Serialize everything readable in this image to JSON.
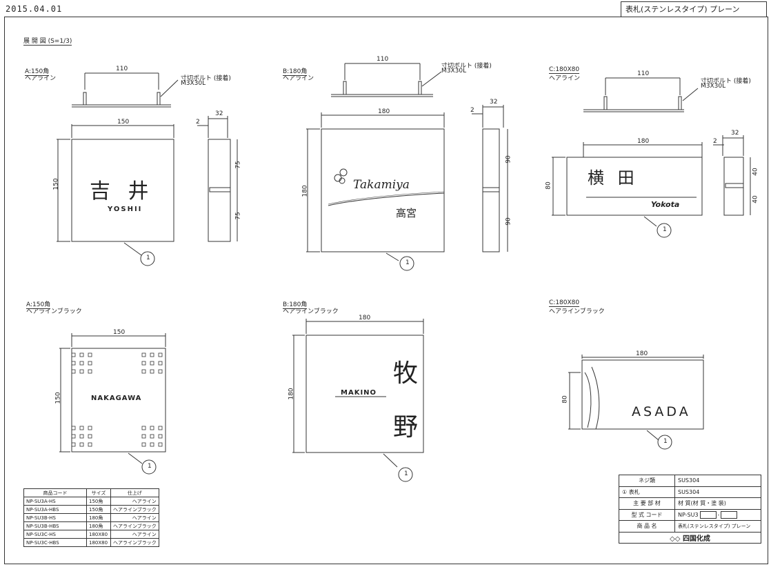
{
  "header": {
    "date": "2015.04.01",
    "title": "表札(ステンレスタイプ) プレーン"
  },
  "section_title": "展 開 図 (S=1/3)",
  "bolt": {
    "label1": "寸切ボルト (接着)",
    "label2": "M3X30L"
  },
  "views": {
    "a1": {
      "name": "A:150角",
      "finish": "ヘアライン",
      "dim_top": "110",
      "dim_w": "150",
      "dim_h": "150",
      "side_32": "32",
      "side_2": "2",
      "side_75a": "75",
      "side_75b": "75",
      "jp": "吉 井",
      "en": "YOSHII",
      "callout": "1"
    },
    "b1": {
      "name": "B:180角",
      "finish": "ヘアライン",
      "dim_top": "110",
      "dim_w": "180",
      "dim_h": "180",
      "side_32": "32",
      "side_2": "2",
      "side_90a": "90",
      "side_90b": "90",
      "en": "Takamiya",
      "jp": "高宮",
      "callout": "1"
    },
    "c1": {
      "name": "C:180X80",
      "finish": "ヘアライン",
      "dim_top": "110",
      "dim_w": "180",
      "dim_h": "80",
      "side_32": "32",
      "side_2": "2",
      "side_40a": "40",
      "side_40b": "40",
      "jp": "横 田",
      "en": "Yokota",
      "callout": "1"
    },
    "a2": {
      "name": "A:150角",
      "finish": "ヘアラインブラック",
      "dim_w": "150",
      "dim_h": "150",
      "en": "NAKAGAWA",
      "callout": "1"
    },
    "b2": {
      "name": "B:180角",
      "finish": "ヘアラインブラック",
      "dim_w": "180",
      "dim_h": "180",
      "en": "MAKINO",
      "jp1": "牧",
      "jp2": "野",
      "callout": "1"
    },
    "c2": {
      "name": "C:180X80",
      "finish": "ヘアラインブラック",
      "dim_w": "180",
      "dim_h": "80",
      "en": "ASADA",
      "callout": "1"
    }
  },
  "product_table": {
    "headers": [
      "商品コード",
      "サイズ",
      "仕上げ"
    ],
    "rows": [
      [
        "NP-SU3A-HS",
        "150角",
        "ヘアライン"
      ],
      [
        "NP-SU3A-HBS",
        "150角",
        "ヘアラインブラック"
      ],
      [
        "NP-SU3B-HS",
        "180角",
        "ヘアライン"
      ],
      [
        "NP-SU3B-HBS",
        "180角",
        "ヘアラインブラック"
      ],
      [
        "NP-SU3C-HS",
        "180X80",
        "ヘアライン"
      ],
      [
        "NP-SU3C-HBS",
        "180X80",
        "ヘアラインブラック"
      ]
    ]
  },
  "title_table": {
    "rows": [
      [
        "ネジ類",
        "SUS304"
      ],
      [
        "① 表札",
        "SUS304"
      ],
      [
        "主 要 部 材",
        "材 質(材 質・塗 装)"
      ],
      [
        "型 式 コード",
        "NP-SU3"
      ],
      [
        "商 品 名",
        "表札(ステンレスタイプ) プレーン"
      ]
    ],
    "company": "四国化成"
  }
}
